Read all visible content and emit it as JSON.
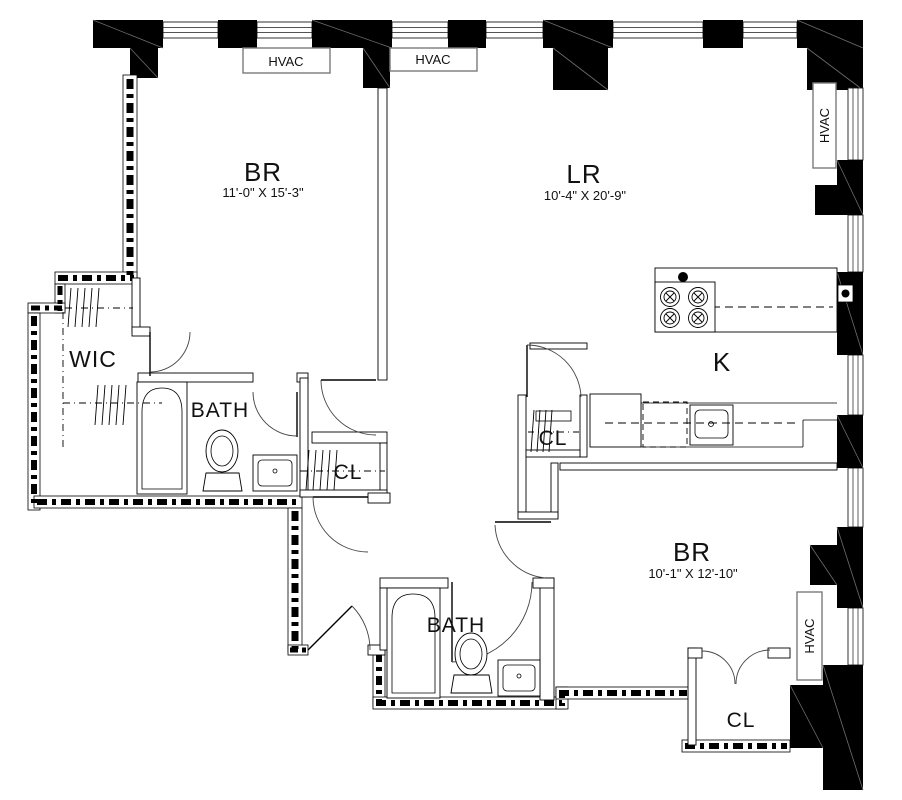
{
  "floorplan": {
    "hvac": [
      "HVAC",
      "HVAC",
      "HVAC",
      "HVAC"
    ],
    "rooms": [
      {
        "id": "bedroom-1",
        "label": "BR",
        "dim": "11'-0\" X 15'-3\""
      },
      {
        "id": "living-room",
        "label": "LR",
        "dim": "10'-4\" X 20'-9\""
      },
      {
        "id": "walk-in-closet",
        "label": "WIC"
      },
      {
        "id": "bath-1",
        "label": "BATH"
      },
      {
        "id": "closet-1",
        "label": "CL"
      },
      {
        "id": "kitchen",
        "label": "K"
      },
      {
        "id": "closet-2",
        "label": "CL"
      },
      {
        "id": "bedroom-2",
        "label": "BR",
        "dim": "10'-1\" X 12'-10\""
      },
      {
        "id": "bath-2",
        "label": "BATH"
      },
      {
        "id": "closet-3",
        "label": "CL"
      }
    ],
    "colors": {
      "wall": "#000000",
      "background": "#ffffff",
      "line_gray": "#6e6e6e"
    }
  }
}
